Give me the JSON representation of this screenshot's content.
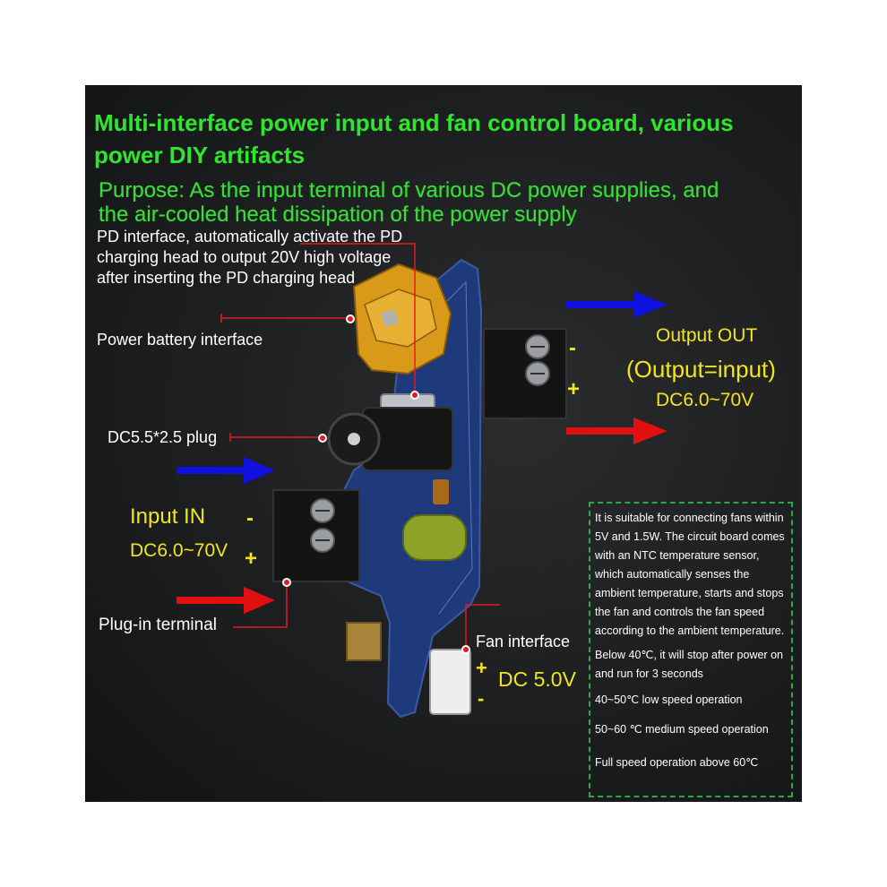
{
  "title": "Multi-interface power input and fan control board, various power DIY artifacts",
  "purpose": "Purpose: As the input terminal of various DC power supplies, and the air-cooled heat dissipation of the power supply",
  "labels": {
    "pd_interface": "PD interface, automatically activate the PD charging head to output 20V high voltage after inserting the PD charging head",
    "power_battery": "Power battery interface",
    "dc_plug": "DC5.5*2.5 plug",
    "input_in": "Input IN",
    "input_range": "DC6.0~70V",
    "plug_in_terminal": "Plug-in terminal",
    "output_out": "Output OUT",
    "output_eq": "(Output=input)",
    "output_range": "DC6.0~70V",
    "fan_interface": "Fan interface",
    "fan_voltage": "DC 5.0V",
    "minus": "-",
    "plus": "+"
  },
  "notes": {
    "description": "It is suitable for connecting fans within 5V and 1.5W. The circuit board comes with an NTC temperature sensor, which automatically senses the ambient temperature, starts and stops the fan and controls the fan speed according to the ambient temperature.",
    "below_40": "Below 40℃, it will stop after power on and run for 3 seconds",
    "low": "40~50℃ low speed operation",
    "medium": "50~60 ℃ medium speed operation",
    "full": "Full speed operation above 60℃"
  },
  "colors": {
    "title_green": "#2fe62f",
    "label_yellow": "#f2e41d",
    "arrow_blue": "#1010e0",
    "arrow_red": "#e01010",
    "pointer_red": "#e51a1a",
    "pcb_blue": "#223a7a"
  }
}
